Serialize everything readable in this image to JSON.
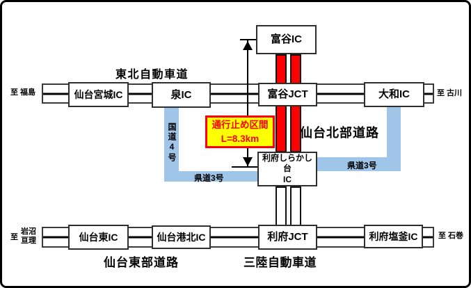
{
  "roads": {
    "tohoku_expressway": "東北自動車道",
    "sendai_hokubu_road": "仙台北部道路",
    "sendai_tobu_road": "仙台東部道路",
    "sanriku_expressway": "三陸自動車道",
    "national_route4": "国道4号",
    "pref_route3_west": "県道3号",
    "pref_route3_east": "県道3号"
  },
  "interchanges": {
    "tomiya_ic": "富谷IC",
    "sendai_miyagi_ic": "仙台宮城IC",
    "izumi_ic": "泉IC",
    "tomiya_jct": "富谷JCT",
    "yamato_ic": "大和IC",
    "rifu_shirakashidai_line1": "利府しらかし台",
    "rifu_shirakashidai_line2": "IC",
    "sendai_higashi_ic": "仙台東IC",
    "sendai_minatokita_ic": "仙台港北IC",
    "rifu_jct": "利府JCT",
    "rifu_shiogama_ic": "利府塩釜IC"
  },
  "destinations": {
    "fukushima": "至 福島",
    "furukawa": "至 古川",
    "iwanuma_prefix": "至",
    "iwanuma": "岩沼",
    "watari": "亘理",
    "ishinomaki": "至 石巻"
  },
  "closure": {
    "line1": "通行止め区間",
    "line2": "L=8.3km"
  },
  "colors": {
    "closed_section_red": "#ff0000",
    "detour_route_blue": "#9fc5e8",
    "closure_box_fill": "#ffff00",
    "closure_box_border": "#ff0000",
    "closure_text": "#ff0000"
  }
}
